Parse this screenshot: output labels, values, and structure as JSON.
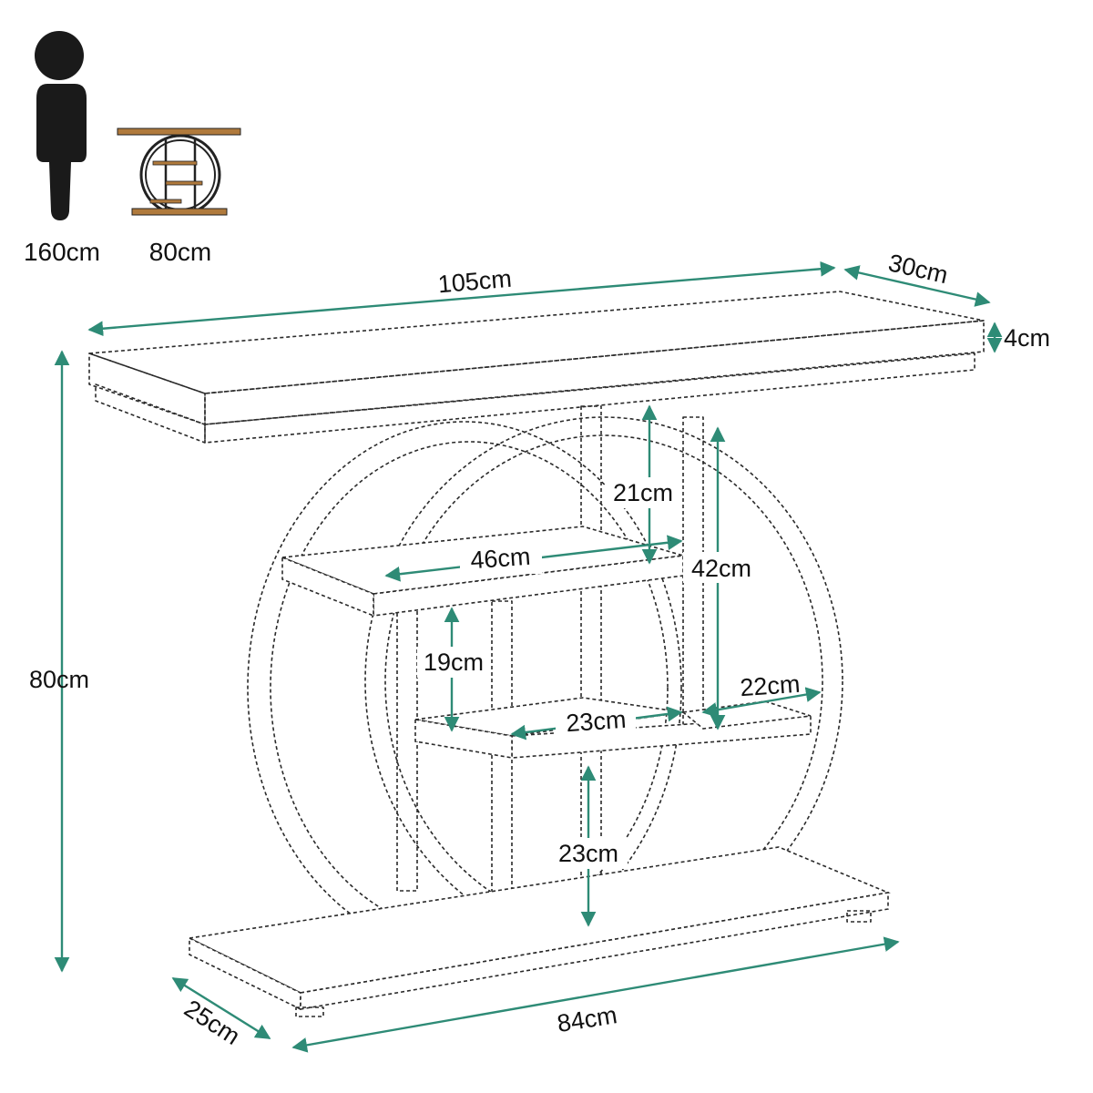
{
  "colors": {
    "dimension": "#2e8b76",
    "outline": "#2a2a2a",
    "silhouette": "#1a1a1a",
    "wood": "#b07a3c"
  },
  "icons": {
    "person": "person-silhouette-icon",
    "table": "console-table-icon"
  },
  "scale_reference": {
    "person_height": "160cm",
    "table_height": "80cm"
  },
  "dimensions": {
    "top_length": "105cm",
    "top_depth": "30cm",
    "top_thickness": "4cm",
    "total_height": "80cm",
    "upper_gap": "21cm",
    "upper_shelf_width": "46cm",
    "right_height": "42cm",
    "middle_gap": "19cm",
    "lower_shelf_width": "23cm",
    "right_shelf_width": "22cm",
    "bottom_gap": "23cm",
    "base_length": "84cm",
    "base_depth": "25cm"
  }
}
